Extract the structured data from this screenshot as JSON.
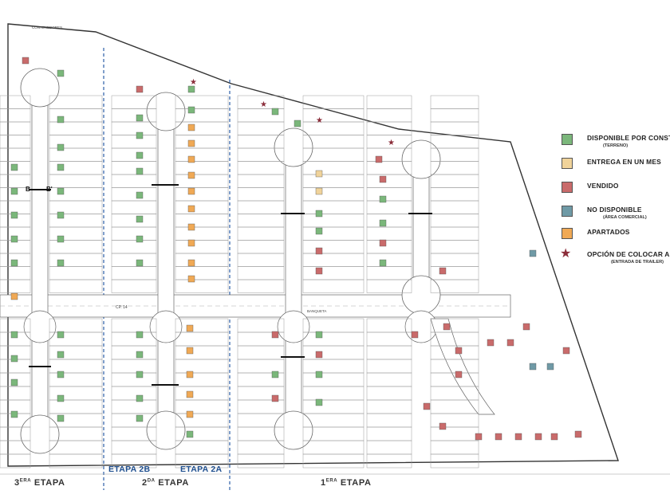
{
  "legend": {
    "items": [
      {
        "label": "DISPONIBLE POR CONST",
        "sub": "(TERRENO)",
        "color": "#7bb77b"
      },
      {
        "label": "ENTREGA EN UN MES",
        "sub": "",
        "color": "#f0d39a"
      },
      {
        "label": "VENDIDO",
        "sub": "",
        "color": "#c96b6b"
      },
      {
        "label": "NO DISPONIBLE",
        "sub": "(ÁREA COMERCIAL)",
        "color": "#6f9aa6"
      },
      {
        "label": "APARTADOS",
        "sub": "",
        "color": "#f0a955"
      },
      {
        "label": "OPCIÓN DE COLOCAR AN",
        "sub": "(ENTRADA DE TRAILER)",
        "color": "#8b2d3a",
        "icon": "star-icon"
      }
    ]
  },
  "stages": {
    "etapa3": {
      "sup": "ERA",
      "num": "3",
      "label": "ETAPA"
    },
    "etapa2": {
      "sup": "DA",
      "num": "2",
      "label": "ETAPA"
    },
    "etapa1": {
      "sup": "ERA",
      "num": "1",
      "label": "ETAPA"
    },
    "etapa2b": "ETAPA 2B",
    "etapa2a": "ETAPA 2A"
  },
  "map_labels": {
    "contenedores": "CONTENEDORES",
    "section_marker": "B",
    "section_marker_prime": "B'",
    "banqueta": "BANQUETA",
    "cp": "CP. 14"
  }
}
